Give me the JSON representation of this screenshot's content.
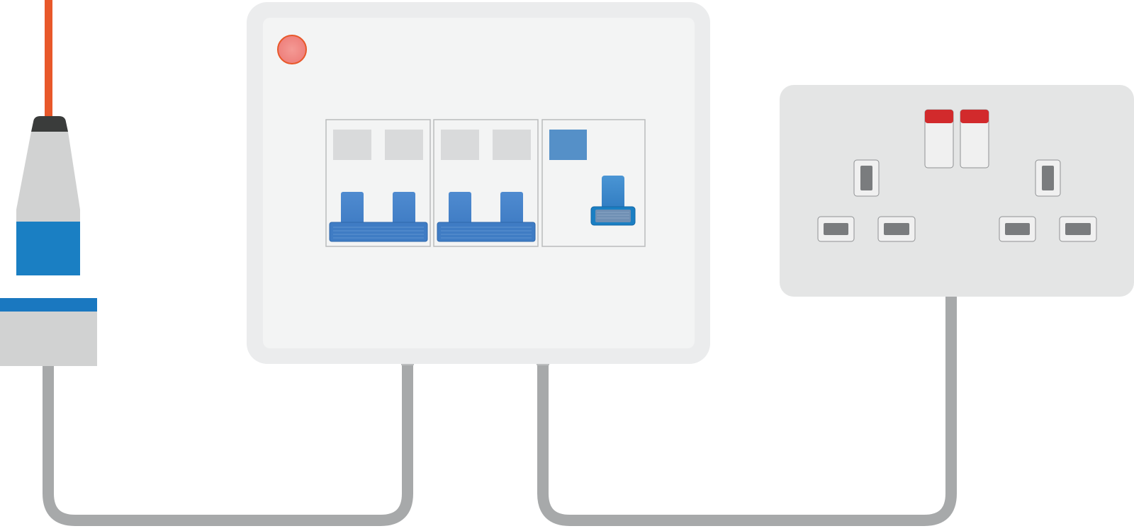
{
  "diagram": {
    "colors": {
      "cable_grey": "#a7a9aa",
      "supply_wire_orange": "#e8582a",
      "connector_blue": "#1a7fc3",
      "connector_grey": "#d1d2d2",
      "connector_cap": "#3a3c3b",
      "unit_frame": "#ebeced",
      "unit_face": "#f3f4f4",
      "indicator_fill": "#f08a86",
      "indicator_ring": "#e8582a",
      "breaker_toggle_blue": "#3f7cc4",
      "breaker_label_grey": "#d9dadb",
      "rcd_label_blue": "#5590c8",
      "socket_plate": "#e4e5e5",
      "switch_red": "#d22a2c",
      "pin_slot": "#7a7c7e"
    },
    "components": {
      "supply_connector": {
        "icon": "blue-ip44-plug-icon"
      },
      "consumer_unit": {
        "indicator": {
          "icon": "power-indicator-light-icon"
        },
        "breakers": [
          {
            "icon": "double-pole-breaker-icon",
            "poles": 2
          },
          {
            "icon": "double-pole-breaker-icon",
            "poles": 2
          }
        ],
        "rcd": {
          "icon": "rcd-test-switch-icon"
        }
      },
      "socket_outlet": {
        "icon": "double-switched-socket-icon",
        "gangs": 2
      }
    }
  }
}
